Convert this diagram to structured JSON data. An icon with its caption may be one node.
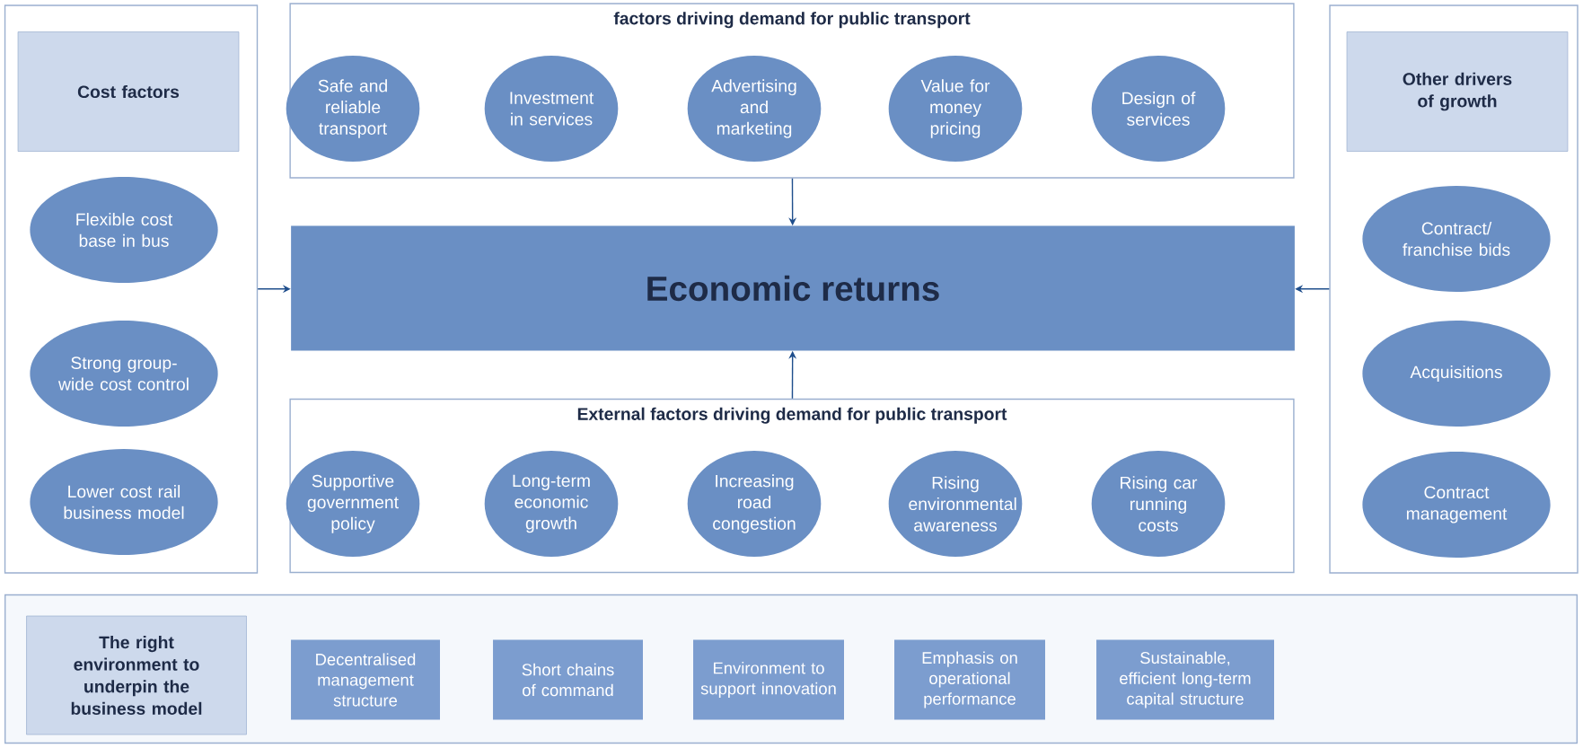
{
  "diagram": {
    "nodes": [
      {
        "text": [],
        "shape": "box"
      },
      {
        "text": [
          "Cost factors"
        ],
        "in": 0
      },
      {
        "text": [
          "Flexible cost base in bus"
        ],
        "in": 0
      },
      {
        "text": [
          "Strong group-wide cost control"
        ],
        "in": 0
      },
      {
        "text": [
          "Lower cost rail business model"
        ],
        "in": 0
      },
      {
        "text": [
          "factors driving demand for public transport"
        ]
      },
      {
        "text": [
          "Safe and reliable transport"
        ],
        "in": 5
      },
      {
        "text": [
          "Investment in services"
        ],
        "in": 5
      },
      {
        "text": [
          "Advertising and marketing"
        ],
        "in": 5
      },
      {
        "text": [
          "Value for money pricing"
        ],
        "in": 5
      },
      {
        "text": [
          "Design of services"
        ],
        "in": 5
      },
      {
        "text": [
          "Economic returns"
        ]
      },
      {
        "text": [
          "External factors driving demand for public transport"
        ]
      },
      {
        "text": [
          "Supportive government policy"
        ],
        "in": 12
      },
      {
        "text": [
          "Long-term economic growth"
        ],
        "in": 12
      },
      {
        "text": [
          "Increasing road congestion"
        ],
        "in": 12
      },
      {
        "text": [
          "Rising environmental awareness"
        ],
        "in": 12
      },
      {
        "text": [
          "Rising car running costs"
        ],
        "in": 12
      },
      {
        "text": [],
        "shape": "box"
      },
      {
        "text": [
          "Other drivers of growth"
        ],
        "in": 18
      },
      {
        "text": [
          "Contract/ franchise bids"
        ],
        "in": 18
      },
      {
        "text": [
          "Acquisitions"
        ],
        "in": 18
      },
      {
        "text": [
          "Contract management"
        ],
        "in": 18
      },
      {
        "text": [],
        "shape": "box"
      },
      {
        "text": [
          "The right environment to underpin the business model"
        ],
        "in": 23
      },
      {
        "text": [
          "Decentralised management structure"
        ],
        "in": 23
      },
      {
        "text": [
          "Short chains of command"
        ],
        "in": 23
      },
      {
        "text": [
          "Environment to support innovation"
        ],
        "in": 23
      },
      {
        "text": [
          "Emphasis on operational performance"
        ],
        "in": 23
      },
      {
        "text": [
          "Sustainable, efficient long-term capital structure"
        ],
        "in": 23
      }
    ],
    "edges": [
      {
        "from": 5,
        "to": 11,
        "arrow": "to"
      },
      {
        "from": 12,
        "to": 11,
        "arrow": "to"
      },
      {
        "from": 0,
        "to": 11,
        "arrow": "to"
      },
      {
        "from": 18,
        "to": 11,
        "arrow": "to"
      }
    ]
  }
}
